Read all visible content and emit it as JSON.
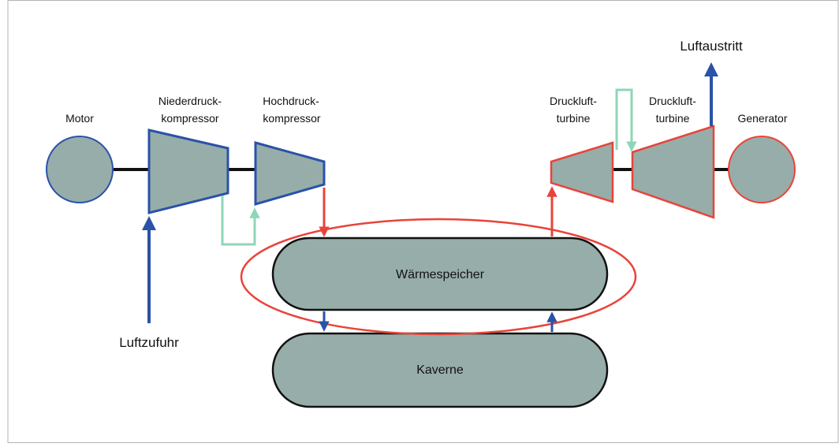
{
  "diagram": {
    "labels": {
      "motor": "Motor",
      "nd_line1": "Niederdruck-",
      "nd_line2": "kompressor",
      "hd_line1": "Hochdruck-",
      "hd_line2": "kompressor",
      "t1_line1": "Druckluft-",
      "t1_line2": "turbine",
      "t2_line1": "Druckluft-",
      "t2_line2": "turbine",
      "generator": "Generator",
      "luftaustritt": "Luftaustritt",
      "luftzufuhr": "Luftzufuhr",
      "waermespeicher": "Wärmespeicher",
      "kaverne": "Kaverne"
    },
    "colors": {
      "fill": "#97ada9",
      "blue": "#2a52a8",
      "red": "#e8443a",
      "mint": "#8fd6b6",
      "shaft": "#111111",
      "frame": "#b3b3b3"
    }
  }
}
